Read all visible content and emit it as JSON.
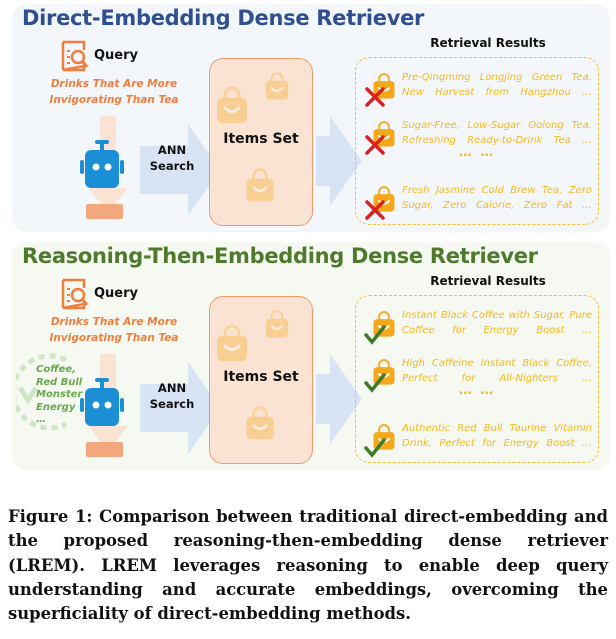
{
  "panels": [
    {
      "title": "Direct-Embedding Dense Retriever",
      "query_label": "Query",
      "query_text": "Drinks That Are More Invigorating Than Tea",
      "search_label": "ANN Search",
      "items_label": "Items Set",
      "results_label": "Retrieval Results",
      "ellipsis": "… …",
      "results": [
        {
          "text": "Pre-Qingming Longjing Green Tea, New Harvest from Hangzhou …",
          "mark": "cross"
        },
        {
          "text": "Sugar-Free, Low-Sugar Oolong Tea, Refreshing Ready-to-Drink Tea …",
          "mark": "cross"
        },
        {
          "text": "Fresh Jasmine Cold Brew Tea, Zero Sugar, Zero Calorie, Zero Fat …",
          "mark": "cross"
        }
      ]
    },
    {
      "title": "Reasoning-Then-Embedding Dense Retriever",
      "query_label": "Query",
      "query_text": "Drinks That Are More Invigorating Than Tea",
      "search_label": "ANN Search",
      "items_label": "Items Set",
      "results_label": "Retrieval Results",
      "ellipsis": "… …",
      "reasoning_lines": [
        "Coffee,",
        "Red Bull",
        "Monster",
        "Energy",
        "…"
      ],
      "results": [
        {
          "text": "Instant Black Coffee with Sugar, Pure Coffee for Energy Boost …",
          "mark": "check"
        },
        {
          "text": "High Caffeine Instant Black Coffee, Perfect for All-Nighters …",
          "mark": "check"
        },
        {
          "text": "Authentic Red Bull Taurine Vitamin Drink, Perfect for Energy Boost …",
          "mark": "check"
        }
      ]
    }
  ],
  "caption": "Figure 1: Comparison between traditional direct-embedding and the proposed reasoning-then-embedding dense retriever (LREM). LREM leverages reasoning to enable deep query understanding and accurate embeddings, overcoming the superficiality of direct-embedding methods.",
  "colors": {
    "title1": "#2f4f8f",
    "title2": "#4e7a2c",
    "query": "#ef7d3c",
    "result": "#f6b81c",
    "cross": "#d9211f",
    "check": "#3f7a24",
    "robot": "#1b8fd6"
  }
}
